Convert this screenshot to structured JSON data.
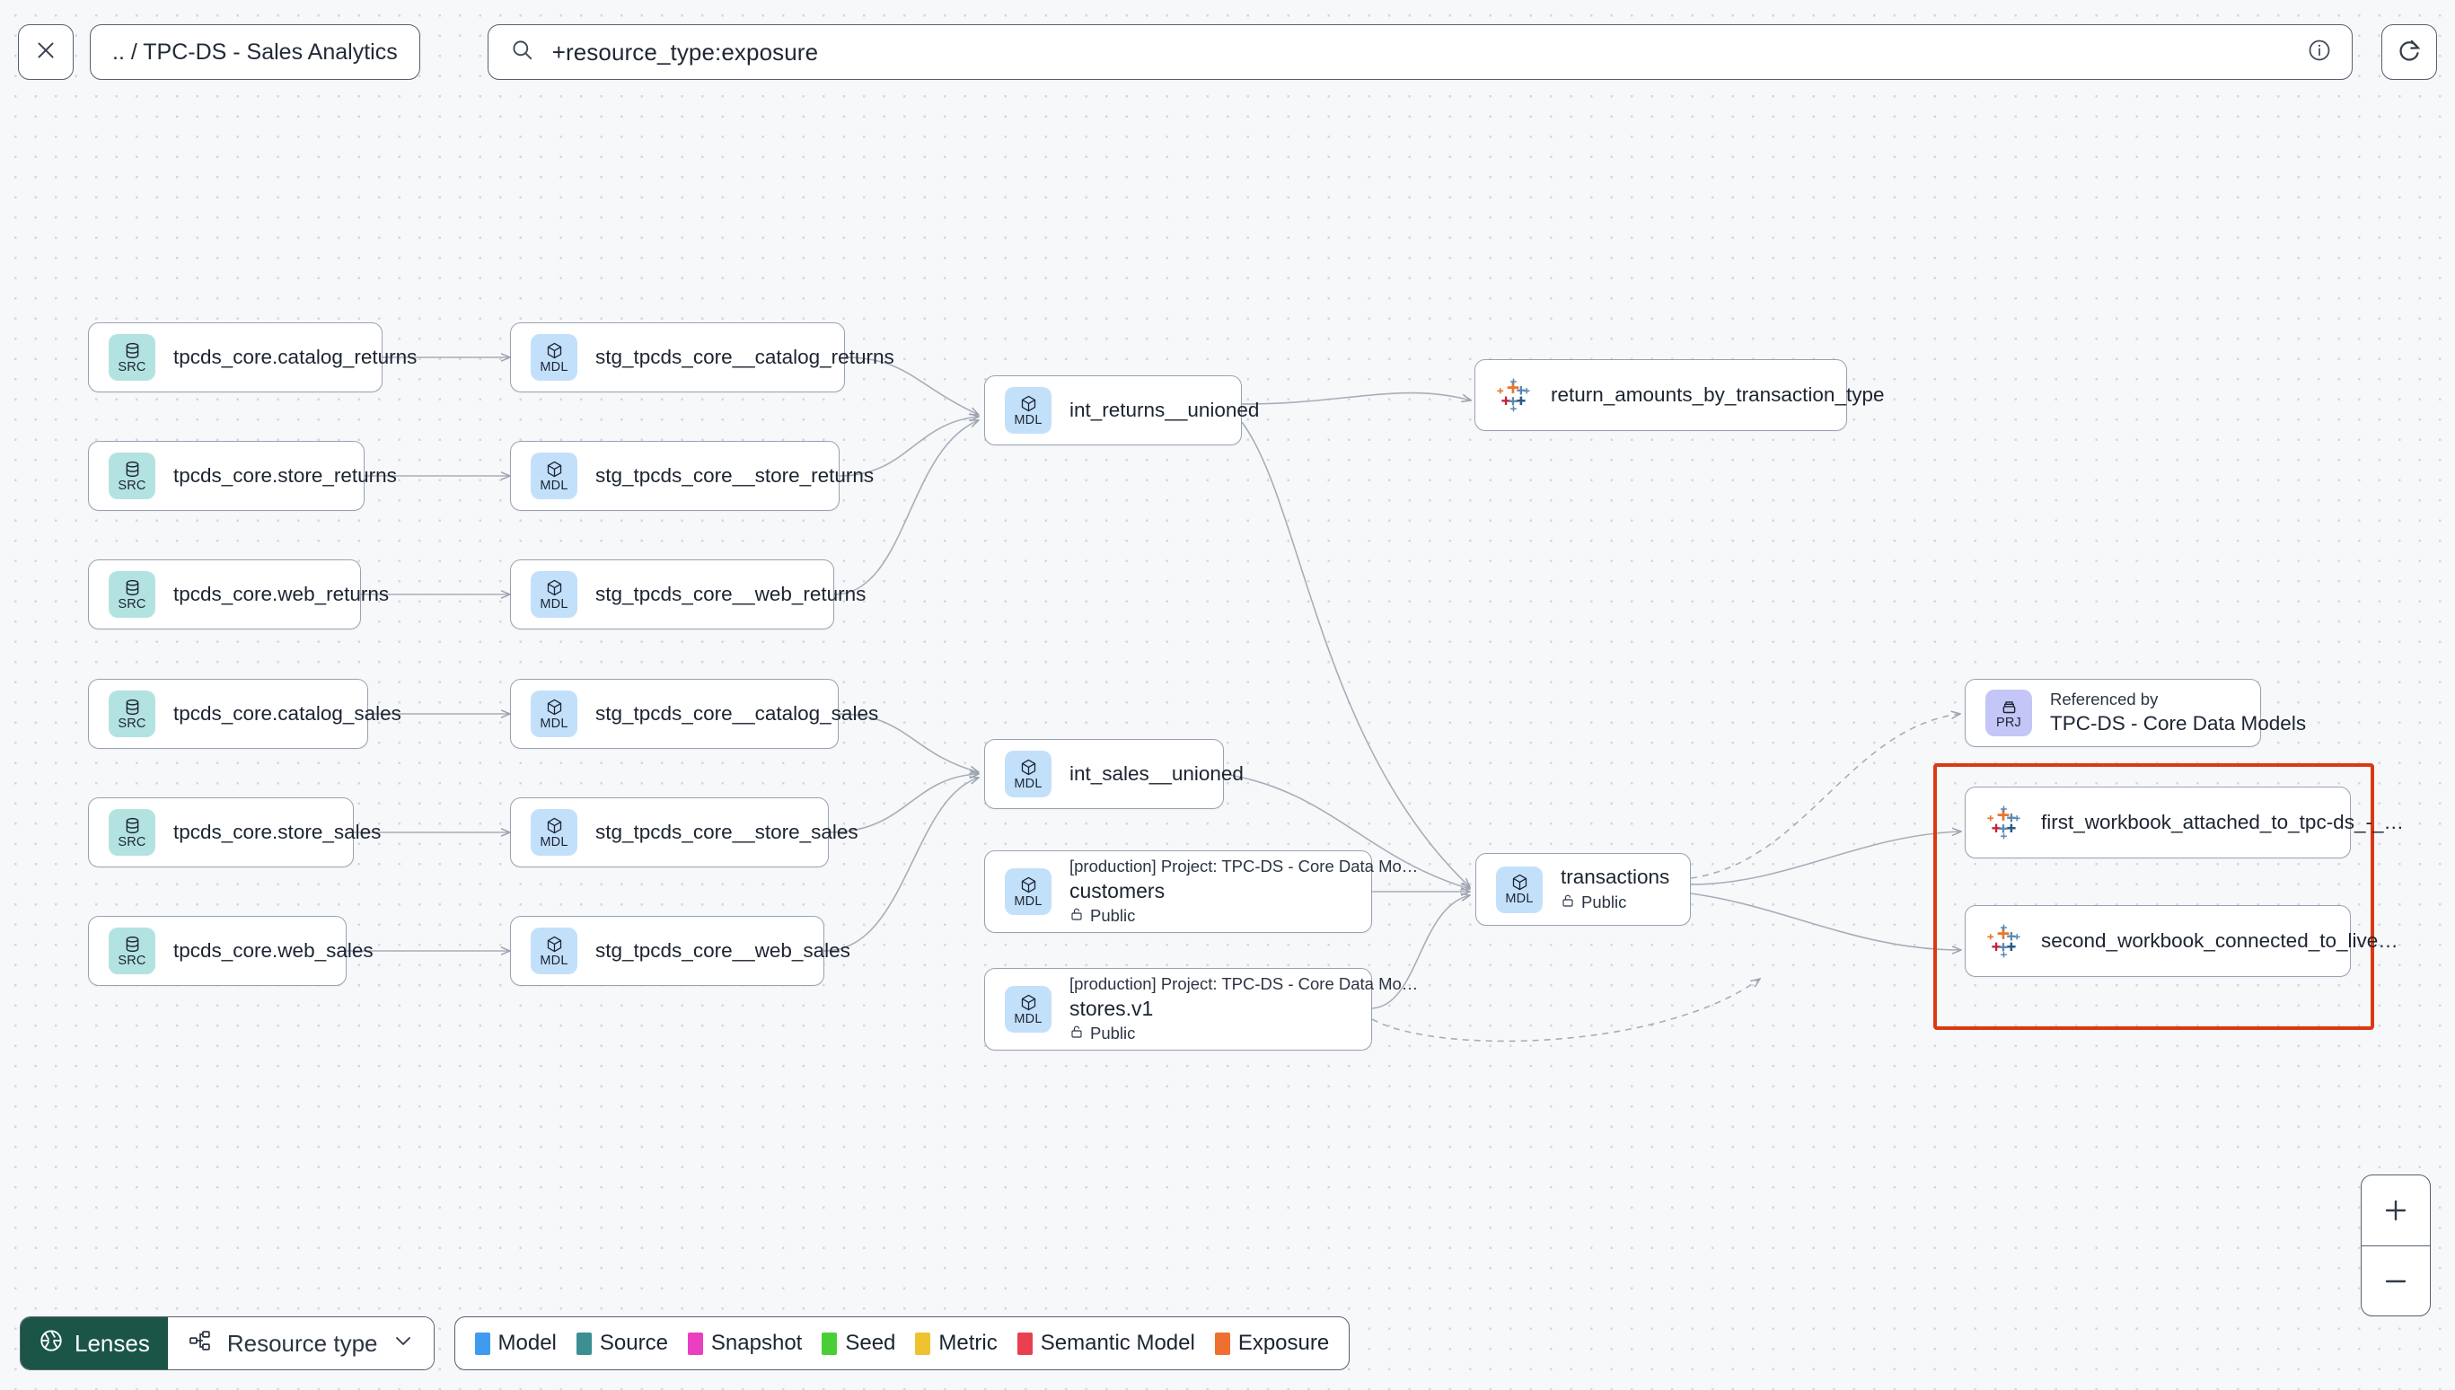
{
  "topbar": {
    "close_icon": "close-icon",
    "breadcrumb": ".. / TPC-DS - Sales Analytics",
    "search": {
      "icon": "search-icon",
      "value": "+resource_type:exposure",
      "info_icon": "info-circle-icon"
    },
    "refresh_icon": "refresh-icon"
  },
  "nodes": {
    "src_catalog_returns": {
      "badge": "SRC",
      "title": "tpcds_core.catalog_returns"
    },
    "src_store_returns": {
      "badge": "SRC",
      "title": "tpcds_core.store_returns"
    },
    "src_web_returns": {
      "badge": "SRC",
      "title": "tpcds_core.web_returns"
    },
    "src_catalog_sales": {
      "badge": "SRC",
      "title": "tpcds_core.catalog_sales"
    },
    "src_store_sales": {
      "badge": "SRC",
      "title": "tpcds_core.store_sales"
    },
    "src_web_sales": {
      "badge": "SRC",
      "title": "tpcds_core.web_sales"
    },
    "stg_catalog_returns": {
      "badge": "MDL",
      "title": "stg_tpcds_core__catalog_returns"
    },
    "stg_store_returns": {
      "badge": "MDL",
      "title": "stg_tpcds_core__store_returns"
    },
    "stg_web_returns": {
      "badge": "MDL",
      "title": "stg_tpcds_core__web_returns"
    },
    "stg_catalog_sales": {
      "badge": "MDL",
      "title": "stg_tpcds_core__catalog_sales"
    },
    "stg_store_sales": {
      "badge": "MDL",
      "title": "stg_tpcds_core__store_sales"
    },
    "stg_web_sales": {
      "badge": "MDL",
      "title": "stg_tpcds_core__web_sales"
    },
    "int_returns_unioned": {
      "badge": "MDL",
      "title": "int_returns__unioned"
    },
    "int_sales_unioned": {
      "badge": "MDL",
      "title": "int_sales__unioned"
    },
    "customers": {
      "badge": "MDL",
      "project": "[production] Project: TPC-DS - Core Data Mo…",
      "title": "customers",
      "access": "Public",
      "access_icon": "unlock-icon"
    },
    "stores_v1": {
      "badge": "MDL",
      "project": "[production] Project: TPC-DS - Core Data Mo…",
      "title": "stores.v1",
      "access": "Public",
      "access_icon": "unlock-icon"
    },
    "transactions": {
      "badge": "MDL",
      "title": "transactions",
      "access": "Public",
      "access_icon": "unlock-icon"
    },
    "return_amounts": {
      "icon": "tableau-icon",
      "title": "return_amounts_by_transaction_type"
    },
    "referenced_by": {
      "badge": "PRJ",
      "caption": "Referenced by",
      "title": "TPC-DS - Core Data Models"
    },
    "first_workbook": {
      "icon": "tableau-icon",
      "title": "first_workbook_attached_to_tpc-ds_-_…"
    },
    "second_workbook": {
      "icon": "tableau-icon",
      "title": "second_workbook_connected_to_live…"
    }
  },
  "footer": {
    "lenses_label": "Lenses",
    "lenses_icon": "aperture-icon",
    "resource_type_label": "Resource type",
    "resource_type_icon": "hierarchy-icon",
    "chevron_icon": "chevron-down-icon",
    "legend": [
      {
        "label": "Model",
        "color": "#3f9bf0"
      },
      {
        "label": "Source",
        "color": "#3b8f93"
      },
      {
        "label": "Snapshot",
        "color": "#e93fc0"
      },
      {
        "label": "Seed",
        "color": "#49cf35"
      },
      {
        "label": "Metric",
        "color": "#efc230"
      },
      {
        "label": "Semantic Model",
        "color": "#e8404f"
      },
      {
        "label": "Exposure",
        "color": "#ef6f2e"
      }
    ]
  },
  "zoom_controls": {
    "zoom_in": "+",
    "zoom_out": "−"
  },
  "selection": {
    "color": "#d93a12"
  }
}
